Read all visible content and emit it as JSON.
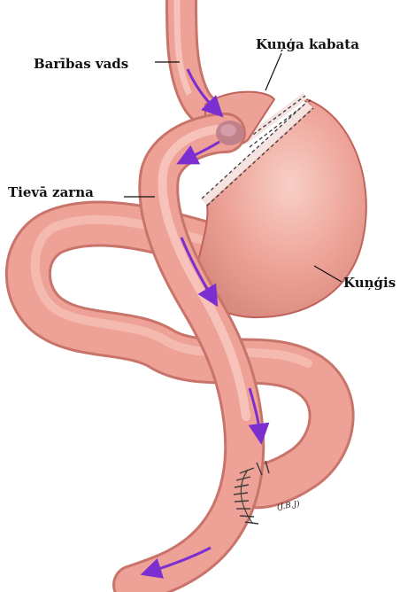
{
  "labels": {
    "esophagus": "Barības vads",
    "pouch": "Kuņģa kabata",
    "small_intestine": "Tievā zarna",
    "stomach": "Kuņģis"
  },
  "signature": "(J.B.J)",
  "colors": {
    "tissue": "#eea196",
    "tissue_light": "#f7c9c0",
    "tissue_dark": "#d1786c",
    "outline": "#c0635a",
    "arrow": "#7b2fd0",
    "staple": "#3a3a3a",
    "pouch_spot": "#b97b8a"
  }
}
